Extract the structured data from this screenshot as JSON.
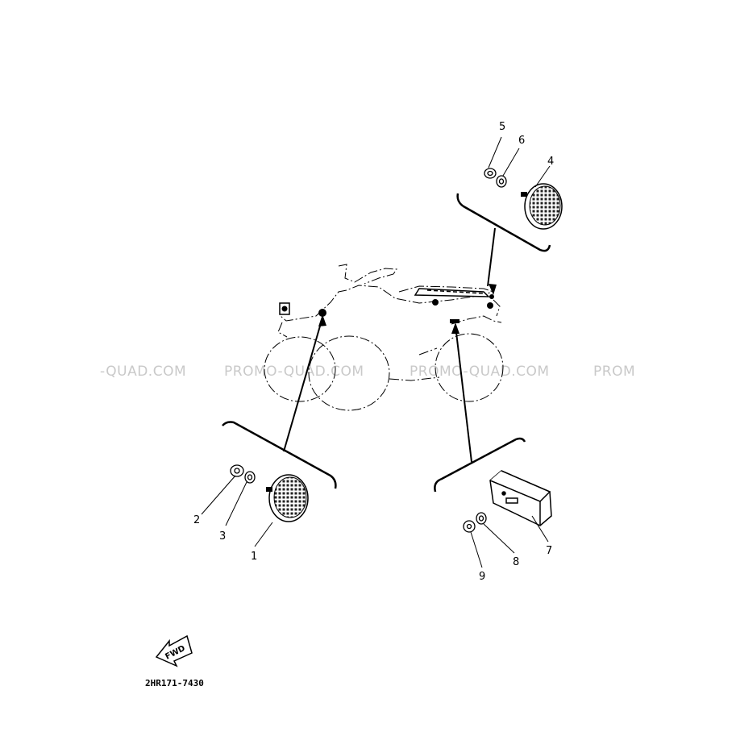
{
  "diagram": {
    "part_code": "2HR171-7430",
    "forward_label": "FWD",
    "watermarks": [
      "-QUAD.COM",
      "PROMO-QUAD.COM",
      "PROMO-QUAD.COM",
      "PROM"
    ],
    "callouts": [
      {
        "id": "c1",
        "number": "1"
      },
      {
        "id": "c2",
        "number": "2"
      },
      {
        "id": "c3",
        "number": "3"
      },
      {
        "id": "c4",
        "number": "4"
      },
      {
        "id": "c5",
        "number": "5"
      },
      {
        "id": "c6",
        "number": "6"
      },
      {
        "id": "c7",
        "number": "7"
      },
      {
        "id": "c8",
        "number": "8"
      },
      {
        "id": "c9",
        "number": "9"
      }
    ]
  }
}
